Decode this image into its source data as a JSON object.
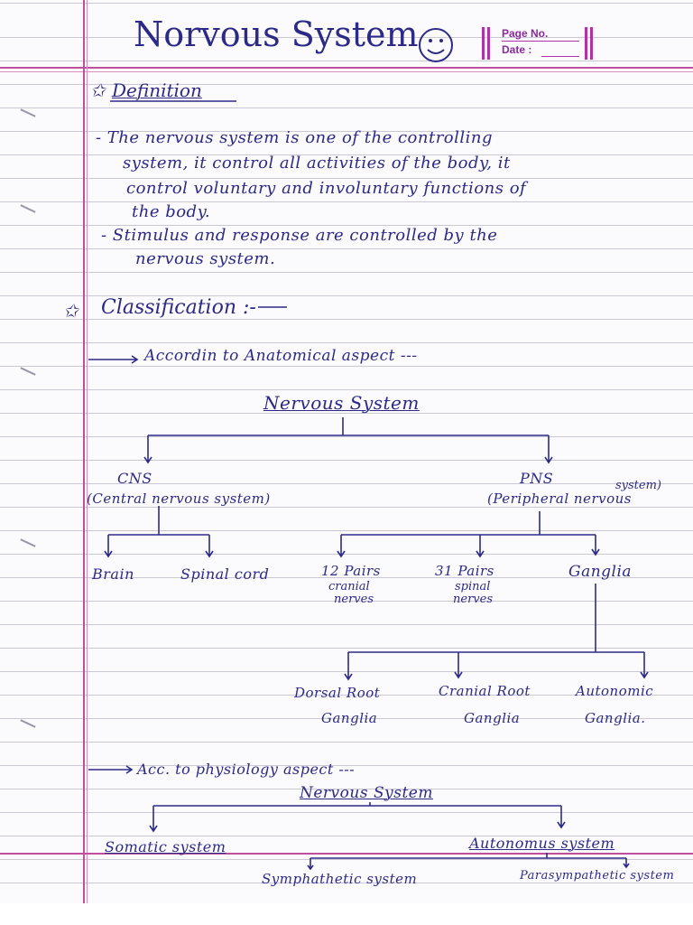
{
  "header": {
    "title": "Norvous System",
    "page_no_label": "Page No.",
    "date_label": "Date :"
  },
  "definition": {
    "heading": "Definition",
    "lines": [
      "- The nervous system is one of the controlling",
      "system, it control all activities of the body, it",
      "control voluntary and involuntary functions of",
      "the body.",
      "- Stimulus and response are controlled by the",
      "nervous system."
    ]
  },
  "classification": {
    "heading": "Classification :-",
    "anatomical_intro": "Accordin to Anatomical aspect ---",
    "tree1": {
      "root": "Nervous System",
      "left": {
        "abbr": "CNS",
        "full": "(Central nervous system)"
      },
      "right": {
        "abbr": "PNS",
        "full": "(Peripheral nervous",
        "full2": "system)"
      },
      "cns_children": [
        "Brain",
        "Spinal cord"
      ],
      "pns_children": [
        {
          "line1": "12 Pairs",
          "line2": "cranial",
          "line3": "nerves"
        },
        {
          "line1": "31 Pairs",
          "line2": "spinal",
          "line3": "nerves"
        },
        {
          "line1": "Ganglia",
          "line2": "",
          "line3": ""
        }
      ],
      "ganglia_children": [
        {
          "line1": "Dorsal Root",
          "line2": "Ganglia"
        },
        {
          "line1": "Cranial Root",
          "line2": "Ganglia"
        },
        {
          "line1": "Autonomic",
          "line2": "Ganglia."
        }
      ]
    },
    "physiology_intro": "Acc. to physiology aspect ---",
    "tree2": {
      "root": "Nervous System",
      "left": "Somatic system",
      "right": "Autonomus system",
      "right_children": [
        "Symphathetic system",
        "Parasympathetic system"
      ]
    }
  }
}
